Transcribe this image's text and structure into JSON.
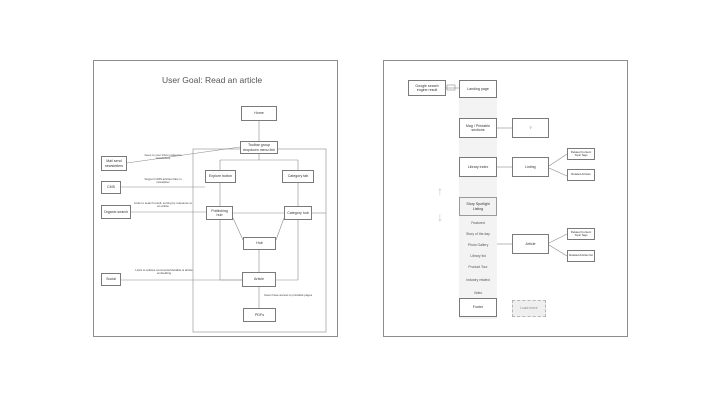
{
  "left": {
    "title": "User Goal: Read an article",
    "nodes": {
      "home": "Home",
      "toolbar": "Toolbar group dropdown menu link",
      "explore": "Explore button",
      "category_tab": "Category tab",
      "publishing_hub": "Publishing hub",
      "category_hub": "Category hub",
      "hub": "Hub",
      "article": "Article",
      "pdfs": "PDFs",
      "mail": "Mail send newsletters",
      "cms": "CMS",
      "organic": "Organic search",
      "social": "Social"
    },
    "notes": {
      "mail": "Goes to your inbox related to newsletters",
      "cms": "Support CMS articles links in newsletter",
      "organic": "Links to search result, sorting by relevance to an article",
      "social": "Links to articles comments/sharable & article embedding",
      "pdfs": "Users have access to printable pages"
    }
  },
  "right": {
    "nodes": {
      "google": "Google search engine result",
      "landing": "Landing page",
      "mag": "Mag / Printable sections",
      "question": "?",
      "library": "Library index",
      "listing": "Listing",
      "story": "Story Spotlight Listing",
      "article": "Article",
      "about": "Footer",
      "more": "Load more"
    },
    "column_items": [
      "Featured",
      "Story of the day",
      "Photo Gallery",
      "Library list",
      "Product Tour",
      "Industry related",
      "Video"
    ],
    "side_boxes": [
      "Related Content Topic Tags",
      "Related Articles",
      "Related Content Topic Tags",
      "Related Articles list"
    ],
    "edge_label": "Link",
    "arrows": [
      "↑",
      "↓"
    ]
  }
}
